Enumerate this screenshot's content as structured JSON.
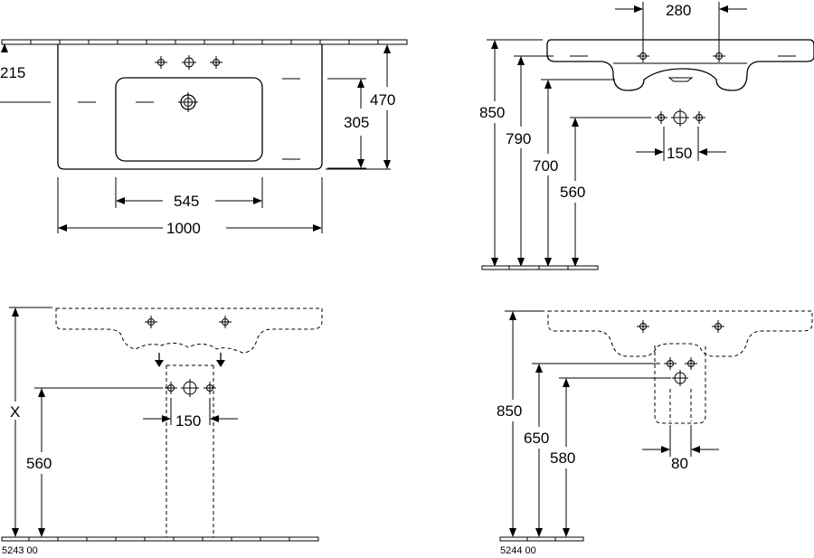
{
  "dimensions": {
    "top_view": {
      "rim_to_taps": "215",
      "inner_depth": "305",
      "total_depth": "470",
      "bowl_width": "545",
      "total_width": "1000"
    },
    "side_view": {
      "tap_spacing": "280",
      "height_850": "850",
      "height_790": "790",
      "height_700": "700",
      "height_560": "560",
      "waste_spacing": "150"
    },
    "front_view_5243": {
      "variable_height": "X",
      "waste_height": "560",
      "waste_spacing": "150"
    },
    "front_view_5244": {
      "height_850": "850",
      "height_650": "650",
      "height_580": "580",
      "trap_spacing": "80"
    }
  },
  "codes": {
    "left": "5243 00",
    "right": "5244 00"
  },
  "colors": {
    "line": "#000000",
    "background": "#ffffff"
  }
}
